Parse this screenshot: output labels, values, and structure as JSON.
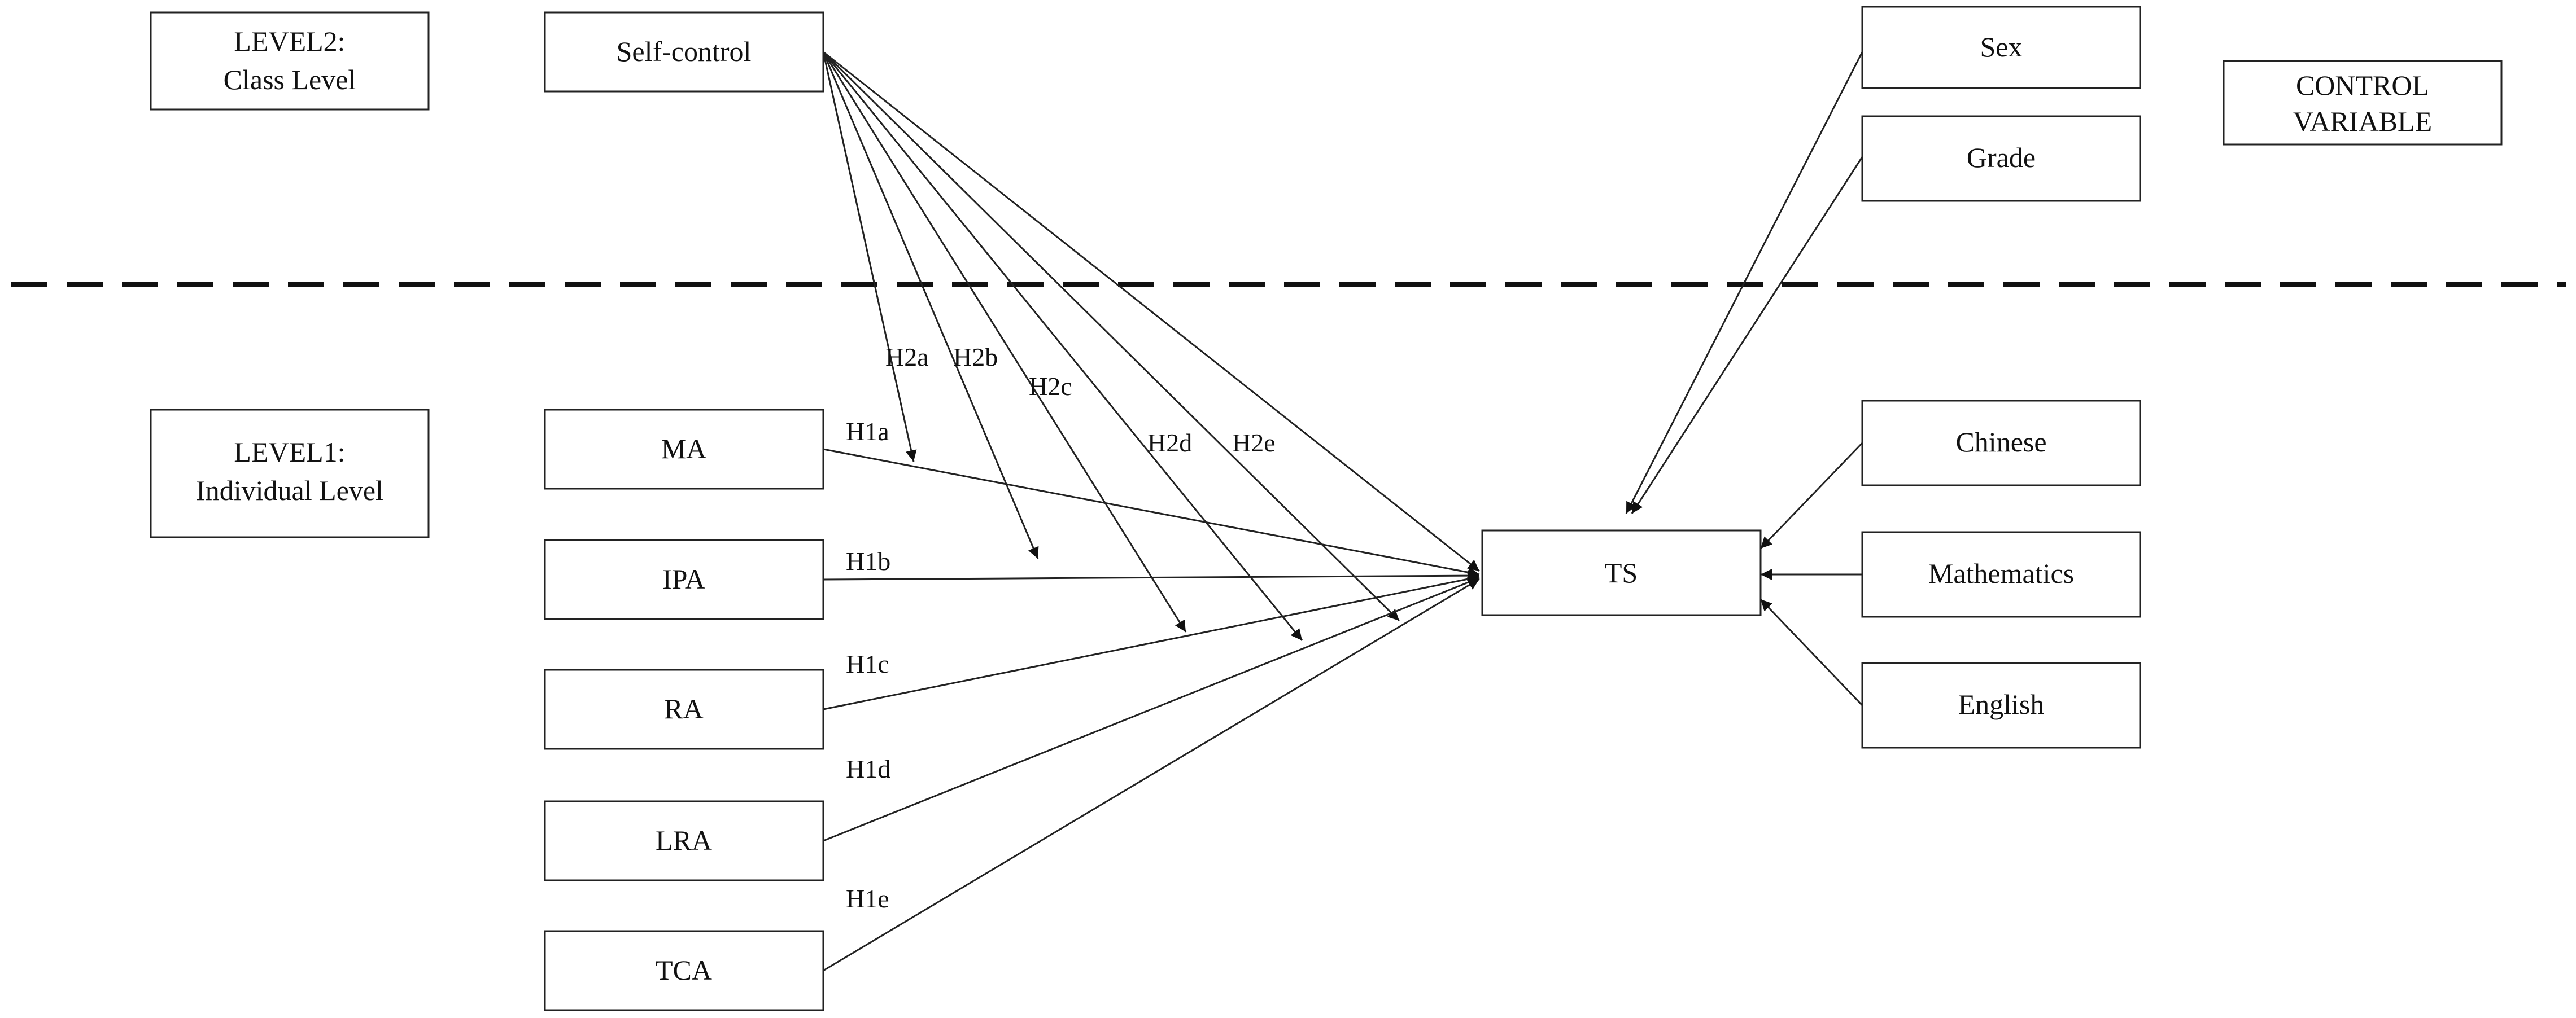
{
  "levels": {
    "level2_line1": "LEVEL2:",
    "level2_line2": "Class Level",
    "level1_line1": "LEVEL1:",
    "level1_line2": "Individual  Level",
    "control_line1": "CONTROL",
    "control_line2": "VARIABLE"
  },
  "nodes": {
    "self_control": "Self-control",
    "ma": "MA",
    "ipa": "IPA",
    "ra": "RA",
    "lra": "LRA",
    "tca": "TCA",
    "ts": "TS",
    "sex": "Sex",
    "grade": "Grade",
    "chinese": "Chinese",
    "mathematics": "Mathematics",
    "english": "English"
  },
  "hypotheses": {
    "h1a": "H1a",
    "h1b": "H1b",
    "h1c": "H1c",
    "h1d": "H1d",
    "h1e": "H1e",
    "h2a": "H2a",
    "h2b": "H2b",
    "h2c": "H2c",
    "h2d": "H2d",
    "h2e": "H2e"
  },
  "colors": {
    "stroke": "#222222",
    "background": "#ffffff"
  }
}
